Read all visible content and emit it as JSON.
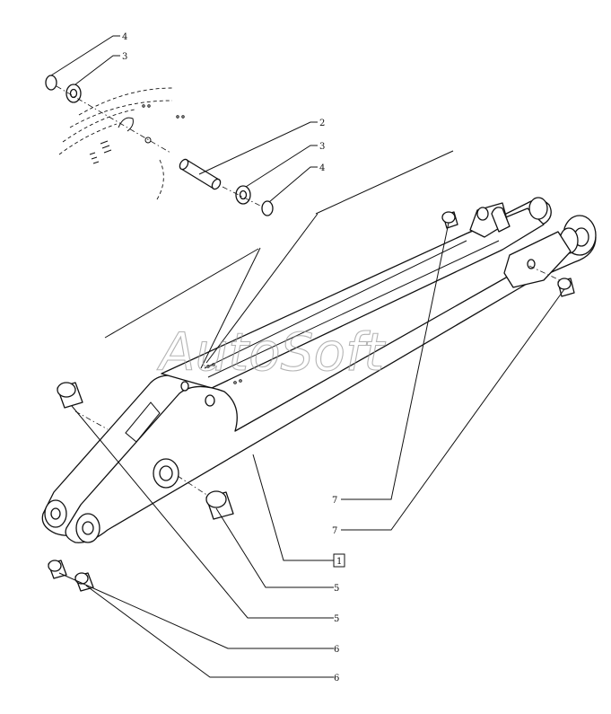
{
  "watermark": "AutoSoft",
  "callouts": {
    "c1": "4",
    "c2": "3",
    "c3": "2",
    "c4": "3",
    "c5": "4",
    "c6": "7",
    "c7": "7",
    "c8": "1",
    "c9": "5",
    "c10": "5",
    "c11": "6",
    "c12": "6"
  }
}
